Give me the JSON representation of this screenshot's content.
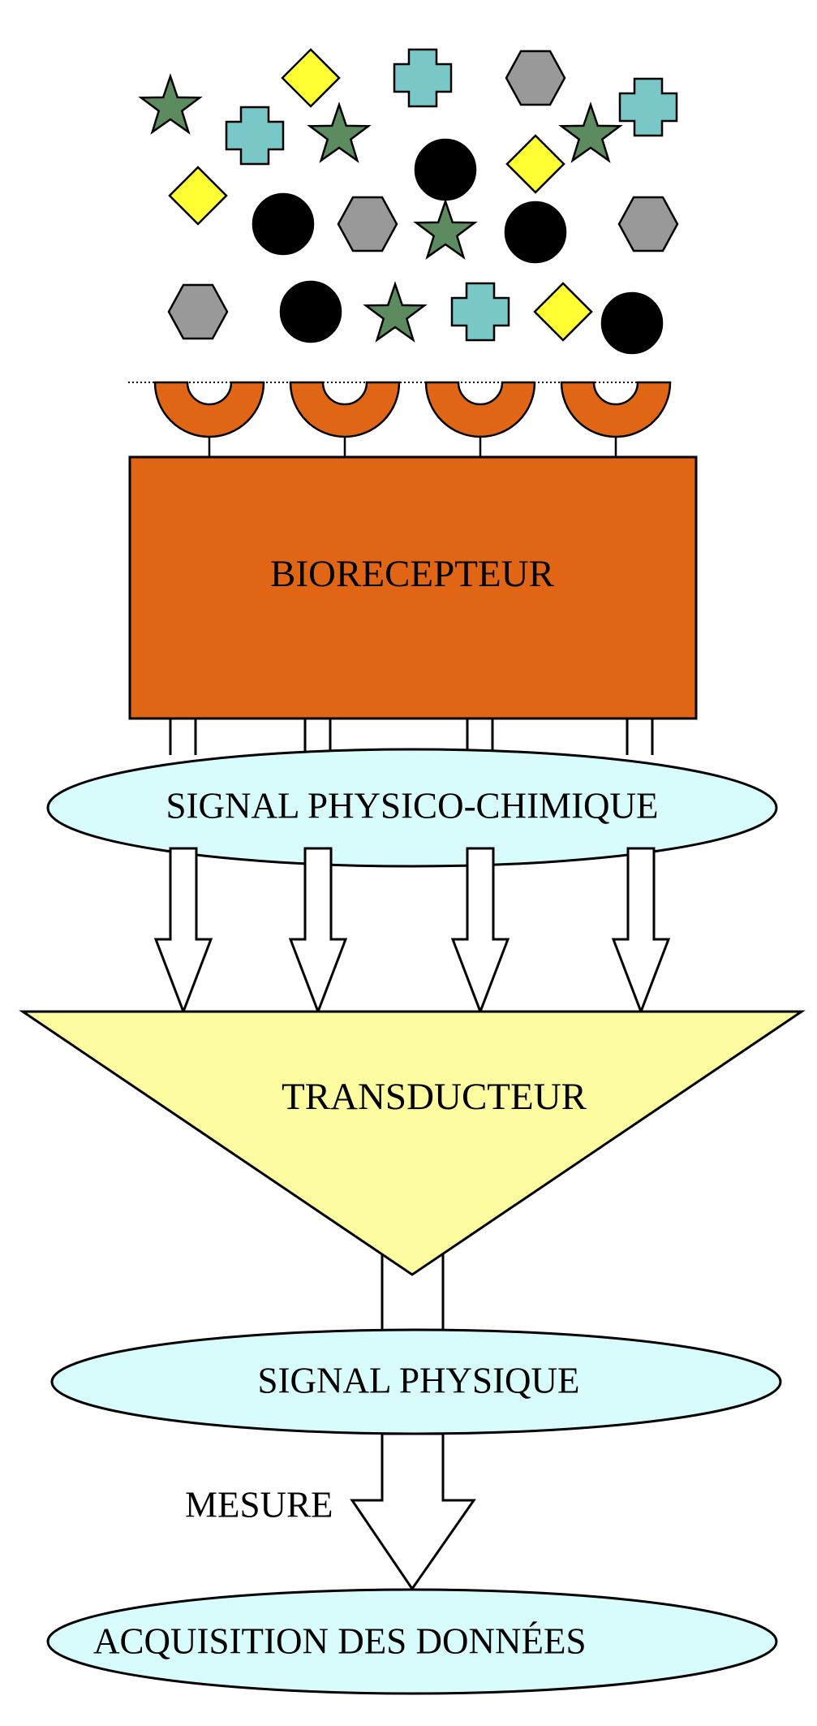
{
  "colors": {
    "bioreceptor_fill": "#e06616",
    "ellipse_fill": "#d8fbfb",
    "transducer_fill": "#fdfca0",
    "star_fill": "#5b8b5f",
    "cross_fill": "#79c7c7",
    "diamond_fill": "#ffff33",
    "hexagon_fill": "#999999",
    "circle_fill": "#000000",
    "stroke": "#000000"
  },
  "labels": {
    "bioreceptor": "BIORECEPTEUR",
    "signal_physicochemical": "SIGNAL PHYSICO-CHIMIQUE",
    "transducer": "TRANSDUCTEUR",
    "signal_physical": "SIGNAL PHYSIQUE",
    "measure": "MESURE",
    "data_acquisition": "ACQUISITION DES DONNÉES"
  },
  "molecule_icons": {
    "star": "star-icon",
    "cross": "cross-icon",
    "diamond": "diamond-icon",
    "hexagon": "hexagon-icon",
    "circle": "circle-icon"
  }
}
